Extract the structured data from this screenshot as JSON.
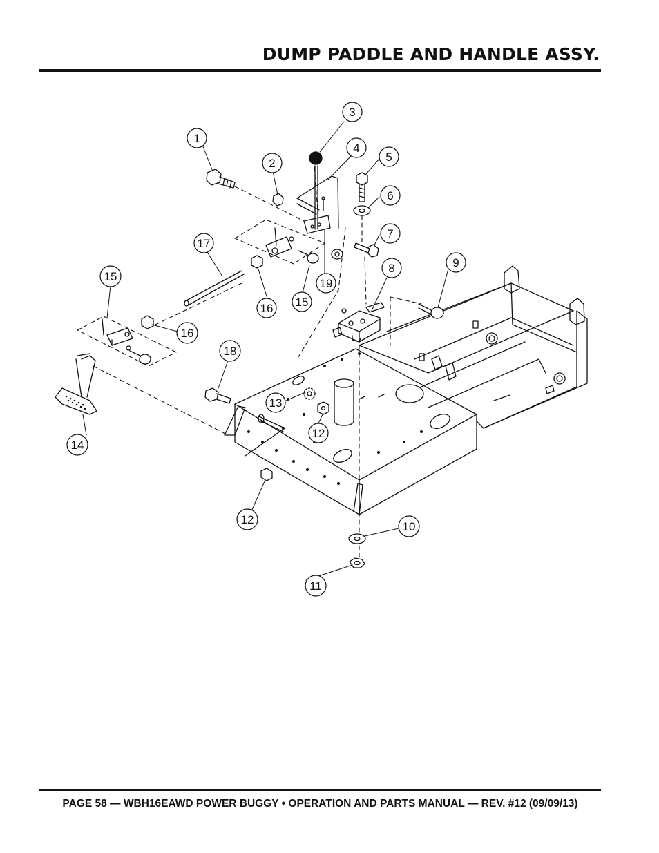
{
  "header": {
    "title": "DUMP PADDLE AND HANDLE ASSY."
  },
  "footer": {
    "text": "PAGE 58 — WBH16EAWD POWER BUGGY • OPERATION AND PARTS MANUAL — REV. #12 (09/09/13)"
  },
  "diagram": {
    "callouts": [
      "1",
      "2",
      "3",
      "4",
      "5",
      "6",
      "7",
      "8",
      "9",
      "10",
      "11",
      "12",
      "12",
      "13",
      "14",
      "15",
      "15",
      "16",
      "16",
      "17",
      "18",
      "19"
    ]
  }
}
